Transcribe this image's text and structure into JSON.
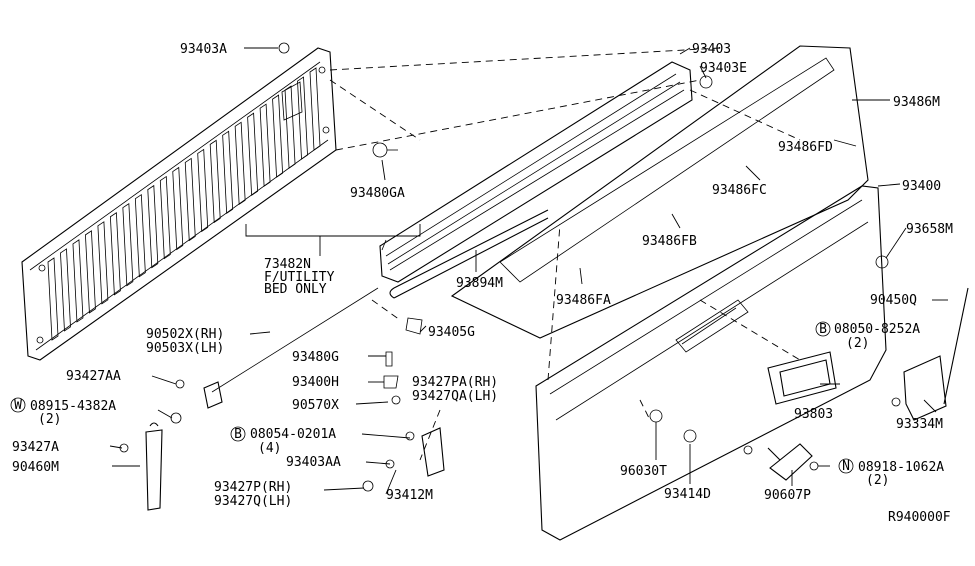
{
  "callouts": [
    {
      "id": "93403A",
      "text": "93403A"
    },
    {
      "id": "93403",
      "text": "93403"
    },
    {
      "id": "93403E",
      "text": "93403E"
    },
    {
      "id": "93486M",
      "text": "93486M"
    },
    {
      "id": "93486FD",
      "text": "93486FD"
    },
    {
      "id": "93480GA",
      "text": "93480GA"
    },
    {
      "id": "93486FC",
      "text": "93486FC"
    },
    {
      "id": "93400",
      "text": "93400"
    },
    {
      "id": "93658M",
      "text": "93658M"
    },
    {
      "id": "93486FB",
      "text": "93486FB"
    },
    {
      "id": "73482N",
      "text": "73482N"
    },
    {
      "id": "futility",
      "text": "F/UTILITY"
    },
    {
      "id": "bedonly",
      "text": "BED ONLY"
    },
    {
      "id": "93894M",
      "text": "93894M"
    },
    {
      "id": "93486FA",
      "text": "93486FA"
    },
    {
      "id": "90450Q",
      "text": "90450Q"
    },
    {
      "id": "90502X",
      "text": "90502X(RH)"
    },
    {
      "id": "90503X",
      "text": "90503X(LH)"
    },
    {
      "id": "93405G",
      "text": "93405G"
    },
    {
      "id": "08050-8252A",
      "text": "08050-8252A",
      "circled": "B"
    },
    {
      "id": "qty2a",
      "text": "(2)"
    },
    {
      "id": "93480G",
      "text": "93480G"
    },
    {
      "id": "93427AA",
      "text": "93427AA"
    },
    {
      "id": "93400H",
      "text": "93400H"
    },
    {
      "id": "93427PA",
      "text": "93427PA(RH)"
    },
    {
      "id": "93427QA",
      "text": "93427QA(LH)"
    },
    {
      "id": "90570X",
      "text": "90570X"
    },
    {
      "id": "08915-4382A",
      "text": "08915-4382A",
      "circled": "W"
    },
    {
      "id": "qty2b",
      "text": "(2)"
    },
    {
      "id": "93803",
      "text": "93803"
    },
    {
      "id": "93334M",
      "text": "93334M"
    },
    {
      "id": "08054-0201A",
      "text": "08054-0201A",
      "circled": "B"
    },
    {
      "id": "qty4",
      "text": "(4)"
    },
    {
      "id": "93427A",
      "text": "93427A"
    },
    {
      "id": "90460M",
      "text": "90460M"
    },
    {
      "id": "93403AA",
      "text": "93403AA"
    },
    {
      "id": "96030T",
      "text": "96030T"
    },
    {
      "id": "08918-1062A",
      "text": "08918-1062A",
      "circled": "N"
    },
    {
      "id": "qty2c",
      "text": "(2)"
    },
    {
      "id": "93427P",
      "text": "93427P(RH)"
    },
    {
      "id": "93427Q",
      "text": "93427Q(LH)"
    },
    {
      "id": "93412M",
      "text": "93412M"
    },
    {
      "id": "93414D",
      "text": "93414D"
    },
    {
      "id": "90607P",
      "text": "90607P"
    },
    {
      "id": "ref",
      "text": "R940000F"
    }
  ]
}
